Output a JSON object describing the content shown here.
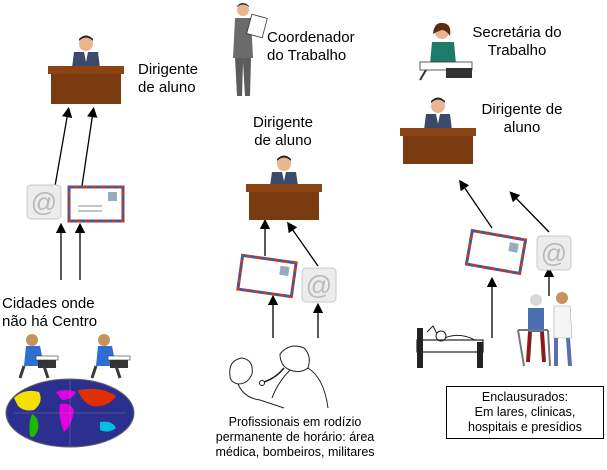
{
  "col_left": {
    "desk_label": "Dirigente\nde aluno",
    "group_label": "Cidades onde\nnão há Centro"
  },
  "col_middle": {
    "coordinator_label": "Coordenador\ndo Trabalho",
    "desk_label": "Dirigente\nde aluno",
    "group_label": "Profissionais em rodízio\npermanente de horário: área\nmédica, bombeiros, militares"
  },
  "col_right": {
    "secretary_label": "Secretária do\nTrabalho",
    "desk_label": "Dirigente de\naluno",
    "group_label": "Enclausurados:\nEm lares, clinicas,\nhospitais e presídios"
  },
  "icons": {
    "email_symbol": "@"
  },
  "colors": {
    "desk_top": "#8b4513",
    "desk_front": "#7a3a10",
    "suit": "#3b4a6b",
    "envelope_border_red": "#c0392b",
    "envelope_border_blue": "#2e5fa8",
    "at_icon": "#b9b9b9",
    "map_ocean": "#2b2f8f"
  }
}
